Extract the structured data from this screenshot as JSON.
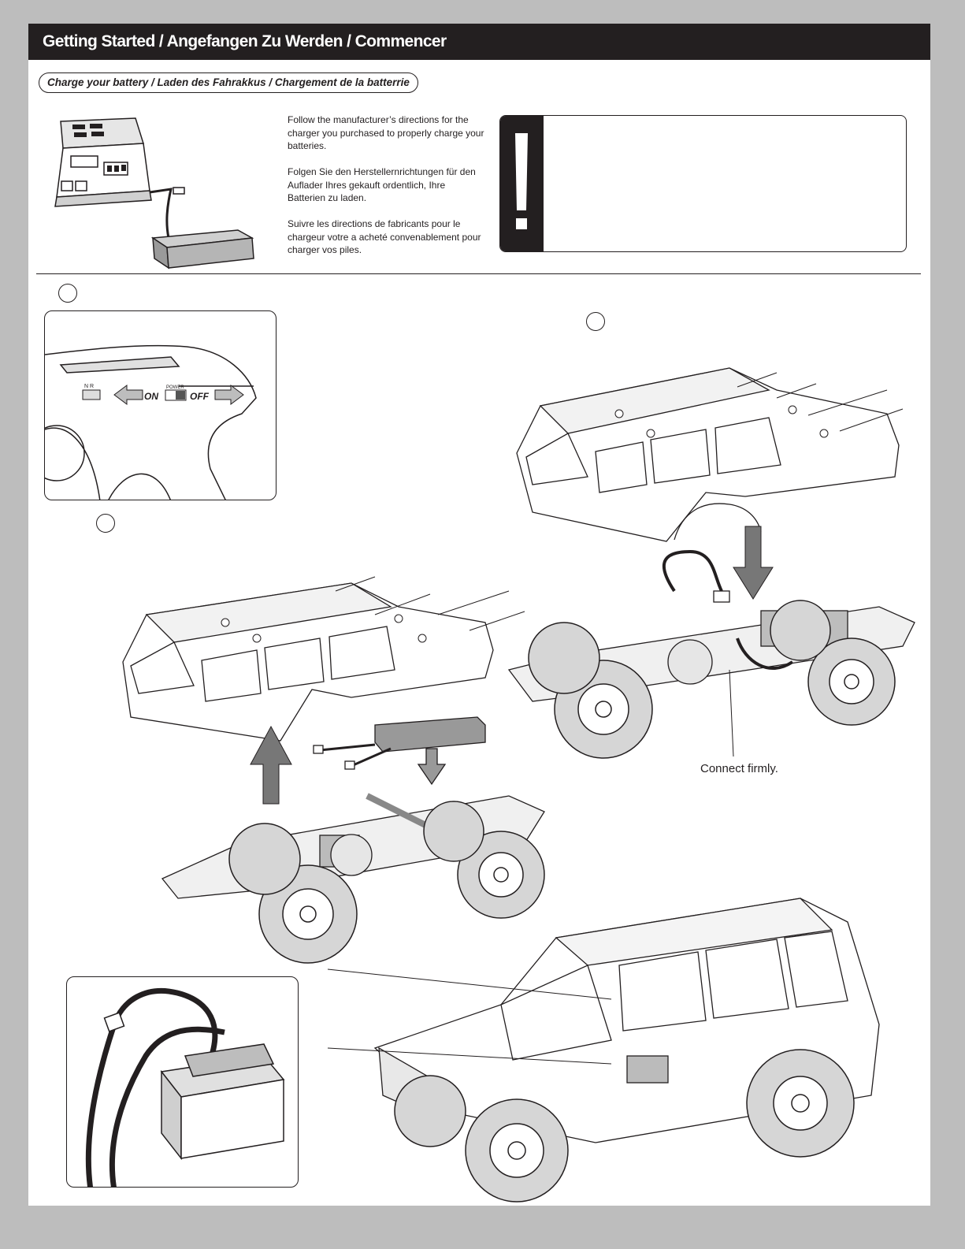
{
  "header": {
    "title": "Getting Started / Angefangen Zu Werden / Commencer"
  },
  "charge_section": {
    "title": "Charge your battery / Laden des Fahrakkus / Chargement de la batterrie",
    "instructions": {
      "en": "Follow the manufacturer’s directions for the charger you purchased to properly charge your batteries.",
      "de": "Folgen Sie den Herstellernrichtungen für den Auflader Ihres gekauft ordentlich, Ihre Batterien zu laden.",
      "fr": "Suivre les directions de fabricants pour le chargeur votre a acheté convenablement pour charger vos piles."
    },
    "warning_symbol": "!"
  },
  "transmitter": {
    "switch_on": "ON",
    "switch_off": "OFF",
    "power_label": "POWER",
    "mode_labels": "N  R"
  },
  "connect_label": "Connect firmly.",
  "colors": {
    "header_bg": "#231f20",
    "page_bg": "#ffffff",
    "surround": "#bdbdbd",
    "line": "#231f20"
  }
}
